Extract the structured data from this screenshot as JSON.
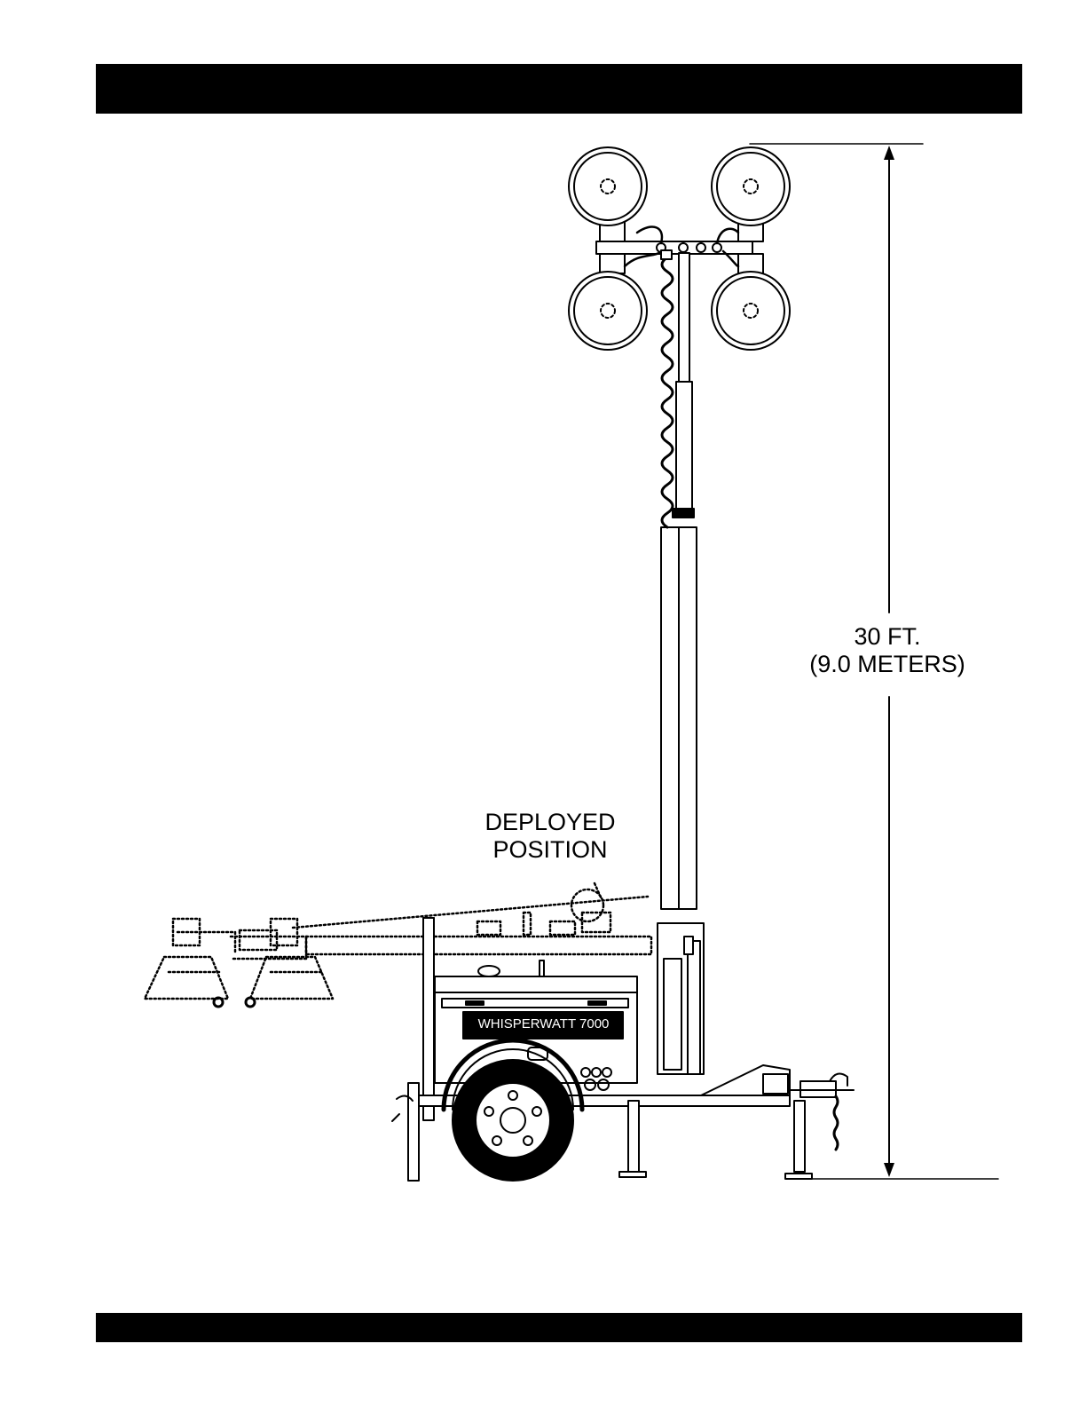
{
  "dimension": {
    "line1": "30 FT.",
    "line2": "(9.0 METERS)"
  },
  "stowed_label": {
    "line1": "DEPLOYED",
    "line2": "POSITION"
  },
  "generator": {
    "model": "WHISPERWATT 7000"
  },
  "colors": {
    "ink": "#000000",
    "paper": "#ffffff"
  }
}
